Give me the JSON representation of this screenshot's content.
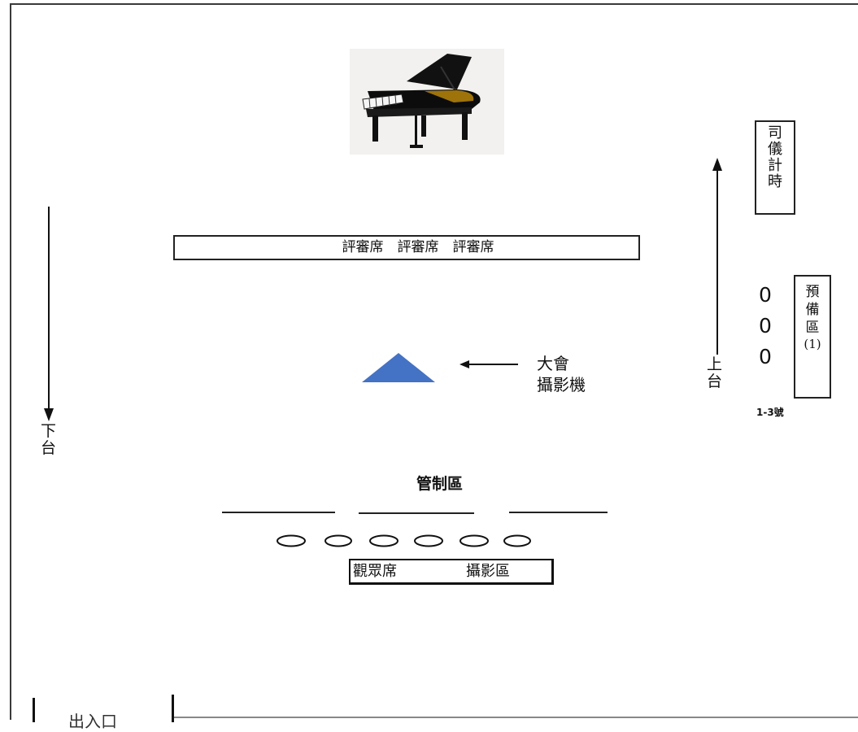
{
  "judges": {
    "label": "評審席　評審席　評審席"
  },
  "mc_box": {
    "chars": [
      "司",
      "儀",
      "計",
      "時"
    ]
  },
  "standby": {
    "chars": [
      "預",
      "備",
      "區",
      "(1)"
    ],
    "marks": [
      "0",
      "0",
      "0"
    ],
    "numbers": "1-3號"
  },
  "stage_up": {
    "chars": [
      "上",
      "台"
    ]
  },
  "stage_down": {
    "chars": [
      "下",
      "台"
    ]
  },
  "camera": {
    "label_lines": [
      "大會",
      "攝影機"
    ],
    "color": "#4472c4"
  },
  "control_zone": {
    "label": "管制區"
  },
  "audience": {
    "seat_label": "觀眾席",
    "photo_label": "攝影區"
  },
  "exit": {
    "label": "出入口"
  }
}
